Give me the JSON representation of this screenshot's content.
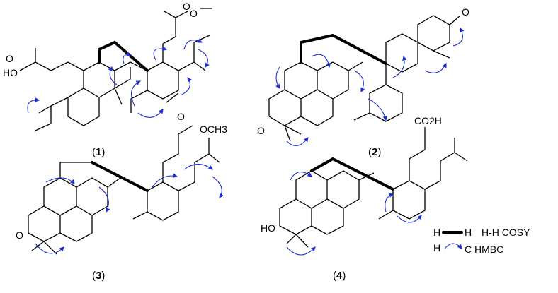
{
  "compounds": [
    {
      "id": "1",
      "label_open": "(",
      "label_num": "1",
      "label_close": ")",
      "atoms": {
        "hydroxyl": "HO",
        "carbonyl_o": "O",
        "ester_o1": "O",
        "ester_o2": "O"
      }
    },
    {
      "id": "2",
      "label_open": "(",
      "label_num": "2",
      "label_close": ")",
      "atoms": {
        "ketone_left": "O",
        "ketone_right": "O"
      }
    },
    {
      "id": "3",
      "label_open": "(",
      "label_num": "3",
      "label_close": ")",
      "atoms": {
        "ketone": "O",
        "ester_o": "O",
        "methoxy": "OCH3"
      }
    },
    {
      "id": "4",
      "label_open": "(",
      "label_num": "4",
      "label_close": ")",
      "atoms": {
        "hydroxyl": "HO",
        "acid": "CO2H"
      }
    }
  ],
  "legend": {
    "cosy_h1": "H",
    "cosy_h2": "H",
    "cosy_label": "H-H COSY",
    "hmbc_h": "H",
    "hmbc_c": "C",
    "hmbc_label": "HMBC"
  },
  "colors": {
    "hmbc_arrow": "#1c2fd6",
    "bond": "#000000"
  }
}
